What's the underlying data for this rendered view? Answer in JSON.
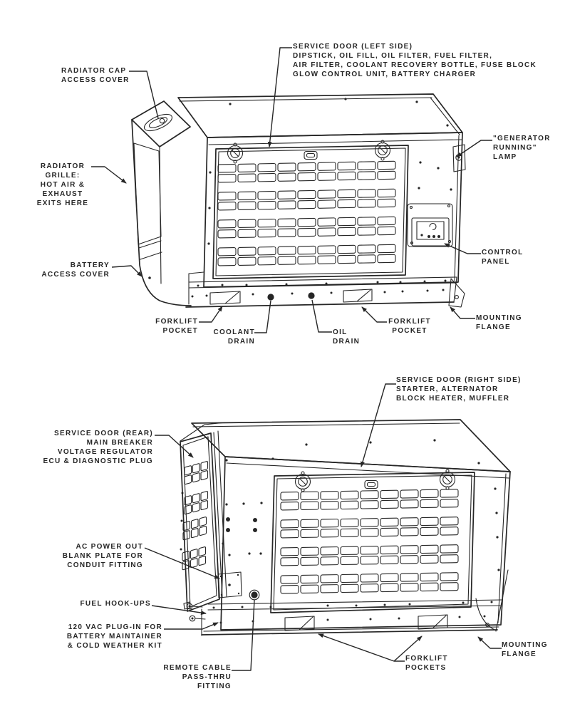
{
  "palette": {
    "ink": "#262626",
    "background": "#ffffff"
  },
  "top_view": {
    "name": "generator-left-side-view",
    "labels": {
      "service_door_left": "SERVICE DOOR (LEFT SIDE)\nDIPSTICK, OIL FILL, OIL FILTER, FUEL FILTER,\nAIR FILTER, COOLANT RECOVERY BOTTLE, FUSE BLOCK\nGLOW CONTROL UNIT, BATTERY CHARGER",
      "radiator_cap": "RADIATOR CAP\nACCESS COVER",
      "radiator_grille": "RADIATOR\nGRILLE:\nHOT AIR &\nEXHAUST\nEXITS HERE",
      "battery_access": "BATTERY\nACCESS COVER",
      "forklift_pocket_left": "FORKLIFT\nPOCKET",
      "coolant_drain": "COOLANT\nDRAIN",
      "oil_drain": "OIL\nDRAIN",
      "forklift_pocket_right": "FORKLIFT\nPOCKET",
      "generator_running_lamp": "\"GENERATOR\nRUNNING\"\nLAMP",
      "control_panel": "CONTROL\nPANEL",
      "mounting_flange": "MOUNTING\nFLANGE"
    }
  },
  "bottom_view": {
    "name": "generator-right-side-view",
    "labels": {
      "service_door_right": "SERVICE DOOR (RIGHT SIDE)\nSTARTER, ALTERNATOR\nBLOCK HEATER, MUFFLER",
      "service_door_rear": "SERVICE DOOR (REAR)\nMAIN BREAKER\nVOLTAGE REGULATOR\nECU & DIAGNOSTIC PLUG",
      "ac_power_out": "AC POWER OUT\nBLANK PLATE FOR\nCONDUIT FITTING",
      "fuel_hookups": "FUEL HOOK-UPS",
      "vac_plug_in": "120 VAC PLUG-IN FOR\nBATTERY MAINTAINER\n& COLD WEATHER KIT",
      "remote_cable": "REMOTE CABLE\nPASS-THRU\nFITTING",
      "forklift_pockets": "FORKLIFT\nPOCKETS",
      "mounting_flange": "MOUNTING\nFLANGE"
    }
  }
}
